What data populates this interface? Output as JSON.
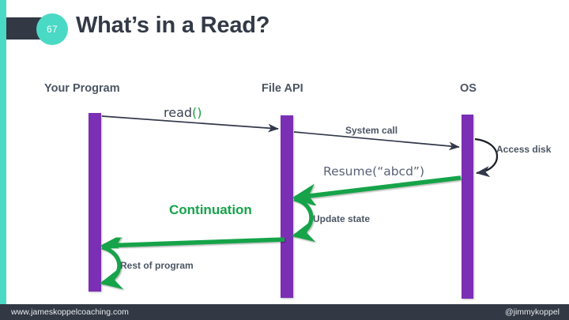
{
  "header": {
    "slide_number": "67",
    "title": "What’s in a Read?",
    "accent_color": "#4ad9c4",
    "dark_color": "#323844"
  },
  "diagram": {
    "lifelines": [
      {
        "label": "Your Program",
        "color": "#7b2fb5"
      },
      {
        "label": "File API",
        "color": "#7b2fb5"
      },
      {
        "label": "OS",
        "color": "#7b2fb5"
      }
    ],
    "messages": [
      {
        "label_main": "read",
        "label_paren": "()",
        "kind": "call",
        "color": "#3b4150",
        "from": "Your Program",
        "to": "File API"
      },
      {
        "label": "System call",
        "kind": "call",
        "color": "#4b5563",
        "from": "File API",
        "to": "OS"
      },
      {
        "label": "Access disk",
        "kind": "self-loop",
        "color": "#4b5563",
        "from": "OS",
        "to": "OS"
      },
      {
        "label": "Resume(“abcd”)",
        "kind": "return",
        "color": "#5a6275",
        "arrow_color": "#16a34a",
        "from": "OS",
        "to": "File API"
      },
      {
        "label": "Update state",
        "kind": "self-loop",
        "color": "#4b5563",
        "arrow_color": "#16a34a",
        "from": "File API",
        "to": "File API"
      },
      {
        "label": "Continuation",
        "kind": "annotation",
        "color": "#16a34a"
      },
      {
        "label": "Rest of program",
        "kind": "self-loop",
        "color": "#4b5563",
        "arrow_color": "#16a34a",
        "from": "Your Program",
        "to": "Your Program"
      }
    ]
  },
  "footer": {
    "website": "www.jameskoppelcoaching.com",
    "handle": "@jimmykoppel"
  }
}
